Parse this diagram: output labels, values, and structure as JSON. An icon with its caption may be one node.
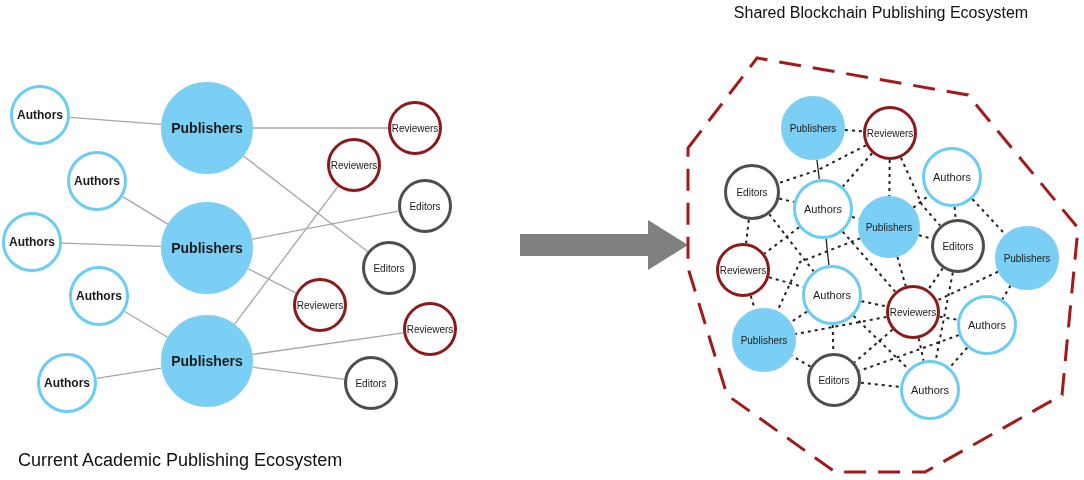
{
  "diagram": {
    "nodes": [
      {
        "text": [
          "Authors"
        ]
      },
      {
        "text": [
          "Publishers"
        ]
      },
      {
        "text": [
          "Reviewers"
        ]
      },
      {
        "text": [
          "Authors"
        ]
      },
      {
        "text": [
          "Reviewers"
        ]
      },
      {
        "text": [
          "Authors"
        ]
      },
      {
        "text": [
          "Publishers"
        ]
      },
      {
        "text": [
          "Editors"
        ]
      },
      {
        "text": [
          "Editors"
        ]
      },
      {
        "text": [
          "Authors"
        ]
      },
      {
        "text": [
          "Reviewers"
        ]
      },
      {
        "text": [
          "Reviewers"
        ]
      },
      {
        "text": [
          "Publishers"
        ]
      },
      {
        "text": [
          "Authors"
        ]
      },
      {
        "text": [
          "Editors"
        ]
      },
      {
        "text": [
          "Shared Blockchain Publishing Ecosystem"
        ]
      },
      {
        "text": [
          "Publishers"
        ],
        "in": 15
      },
      {
        "text": [
          "Reviewers"
        ],
        "in": 15
      },
      {
        "text": [
          "Authors"
        ],
        "in": 15
      },
      {
        "text": [
          "Editors"
        ],
        "in": 15
      },
      {
        "text": [
          "Authors"
        ],
        "in": 15
      },
      {
        "text": [
          "Publishers"
        ],
        "in": 15
      },
      {
        "text": [
          "Editors"
        ],
        "in": 15
      },
      {
        "text": [
          "Publishers"
        ],
        "in": 15
      },
      {
        "text": [
          "Reviewers"
        ],
        "in": 15
      },
      {
        "text": [
          "Authors"
        ],
        "in": 15
      },
      {
        "text": [
          "Reviewers"
        ],
        "in": 15
      },
      {
        "text": [
          "Authors"
        ],
        "in": 15
      },
      {
        "text": [
          "Publishers"
        ],
        "in": 15
      },
      {
        "text": [
          "Editors"
        ],
        "in": 15
      },
      {
        "text": [
          "Authors"
        ],
        "in": 15
      }
    ],
    "edges": [
      {
        "from": 0,
        "to": 1,
        "arrow": "none",
        "color": "#a6a6a6"
      },
      {
        "from": 1,
        "to": 2,
        "arrow": "none",
        "color": "#a6a6a6"
      },
      {
        "from": 1,
        "to": 8,
        "arrow": "none",
        "color": "#a6a6a6"
      },
      {
        "from": 3,
        "to": 6,
        "arrow": "none",
        "color": "#a6a6a6"
      },
      {
        "from": 5,
        "to": 6,
        "arrow": "none",
        "color": "#a6a6a6"
      },
      {
        "from": 6,
        "to": 7,
        "arrow": "none",
        "color": "#a6a6a6"
      },
      {
        "from": 6,
        "to": 10,
        "arrow": "none",
        "color": "#a6a6a6"
      },
      {
        "from": 9,
        "to": 12,
        "arrow": "none",
        "color": "#a6a6a6"
      },
      {
        "from": 12,
        "to": 4,
        "arrow": "none",
        "color": "#a6a6a6"
      },
      {
        "from": 12,
        "to": 11,
        "arrow": "none",
        "color": "#a6a6a6"
      },
      {
        "from": 12,
        "to": 14,
        "arrow": "none",
        "color": "#a6a6a6"
      },
      {
        "from": 13,
        "to": 12,
        "arrow": "none",
        "color": "#a6a6a6"
      },
      {
        "from": null,
        "to": 15,
        "arrow": "to",
        "style": "thick",
        "color": "#808080"
      },
      {
        "from": 16,
        "to": 17,
        "arrow": "none",
        "style": "dashed"
      },
      {
        "from": 16,
        "to": 20,
        "arrow": "none"
      },
      {
        "from": 17,
        "to": 19,
        "arrow": "none",
        "style": "dashed"
      },
      {
        "from": 17,
        "to": 20,
        "arrow": "none",
        "style": "dashed"
      },
      {
        "from": 17,
        "to": 21,
        "arrow": "none",
        "style": "dashed"
      },
      {
        "from": 17,
        "to": 22,
        "arrow": "none",
        "style": "dashed"
      },
      {
        "from": 19,
        "to": 20,
        "arrow": "none",
        "style": "dashed"
      },
      {
        "from": 19,
        "to": 24,
        "arrow": "none",
        "style": "dashed"
      },
      {
        "from": 19,
        "to": 25,
        "arrow": "none",
        "style": "dashed"
      },
      {
        "from": 20,
        "to": 21,
        "arrow": "none",
        "style": "dashed"
      },
      {
        "from": 20,
        "to": 24,
        "arrow": "none",
        "style": "dashed"
      },
      {
        "from": 20,
        "to": 25,
        "arrow": "none"
      },
      {
        "from": 20,
        "to": 26,
        "arrow": "none",
        "style": "dashed"
      },
      {
        "from": 21,
        "to": 18,
        "arrow": "none",
        "style": "dashed"
      },
      {
        "from": 21,
        "to": 22,
        "arrow": "none",
        "style": "dashed"
      },
      {
        "from": 21,
        "to": 26,
        "arrow": "none",
        "style": "dashed"
      },
      {
        "from": 21,
        "to": 28,
        "arrow": "none",
        "style": "dashed"
      },
      {
        "from": 18,
        "to": 22,
        "arrow": "none",
        "style": "dashed"
      },
      {
        "from": 18,
        "to": 23,
        "arrow": "none",
        "style": "dashed"
      },
      {
        "from": 22,
        "to": 26,
        "arrow": "none",
        "style": "dashed"
      },
      {
        "from": 22,
        "to": 30,
        "arrow": "none",
        "style": "dashed"
      },
      {
        "from": 23,
        "to": 26,
        "arrow": "none",
        "style": "dashed"
      },
      {
        "from": 23,
        "to": 27,
        "arrow": "none",
        "style": "dashed"
      },
      {
        "from": 24,
        "to": 25,
        "arrow": "none",
        "style": "dashed"
      },
      {
        "from": 24,
        "to": 28,
        "arrow": "none",
        "style": "dashed"
      },
      {
        "from": 25,
        "to": 28,
        "arrow": "none",
        "style": "dashed"
      },
      {
        "from": 25,
        "to": 26,
        "arrow": "none",
        "style": "dashed"
      },
      {
        "from": 25,
        "to": 29,
        "arrow": "none",
        "style": "dashed"
      },
      {
        "from": 25,
        "to": 30,
        "arrow": "none",
        "style": "dashed"
      },
      {
        "from": 26,
        "to": 28,
        "arrow": "none",
        "style": "dashed"
      },
      {
        "from": 26,
        "to": 27,
        "arrow": "none",
        "style": "dashed"
      },
      {
        "from": 26,
        "to": 29,
        "arrow": "none",
        "style": "dashed"
      },
      {
        "from": 26,
        "to": 30,
        "arrow": "none",
        "style": "dashed"
      },
      {
        "from": 27,
        "to": 29,
        "arrow": "none",
        "style": "dashed"
      },
      {
        "from": 27,
        "to": 30,
        "arrow": "none",
        "style": "dashed"
      },
      {
        "from": 29,
        "to": 30,
        "arrow": "none",
        "style": "dashed"
      },
      {
        "from": 29,
        "to": 28,
        "arrow": "none",
        "style": "dashed"
      }
    ],
    "labels": [
      "Current Academic Publishing Ecosystem"
    ]
  }
}
